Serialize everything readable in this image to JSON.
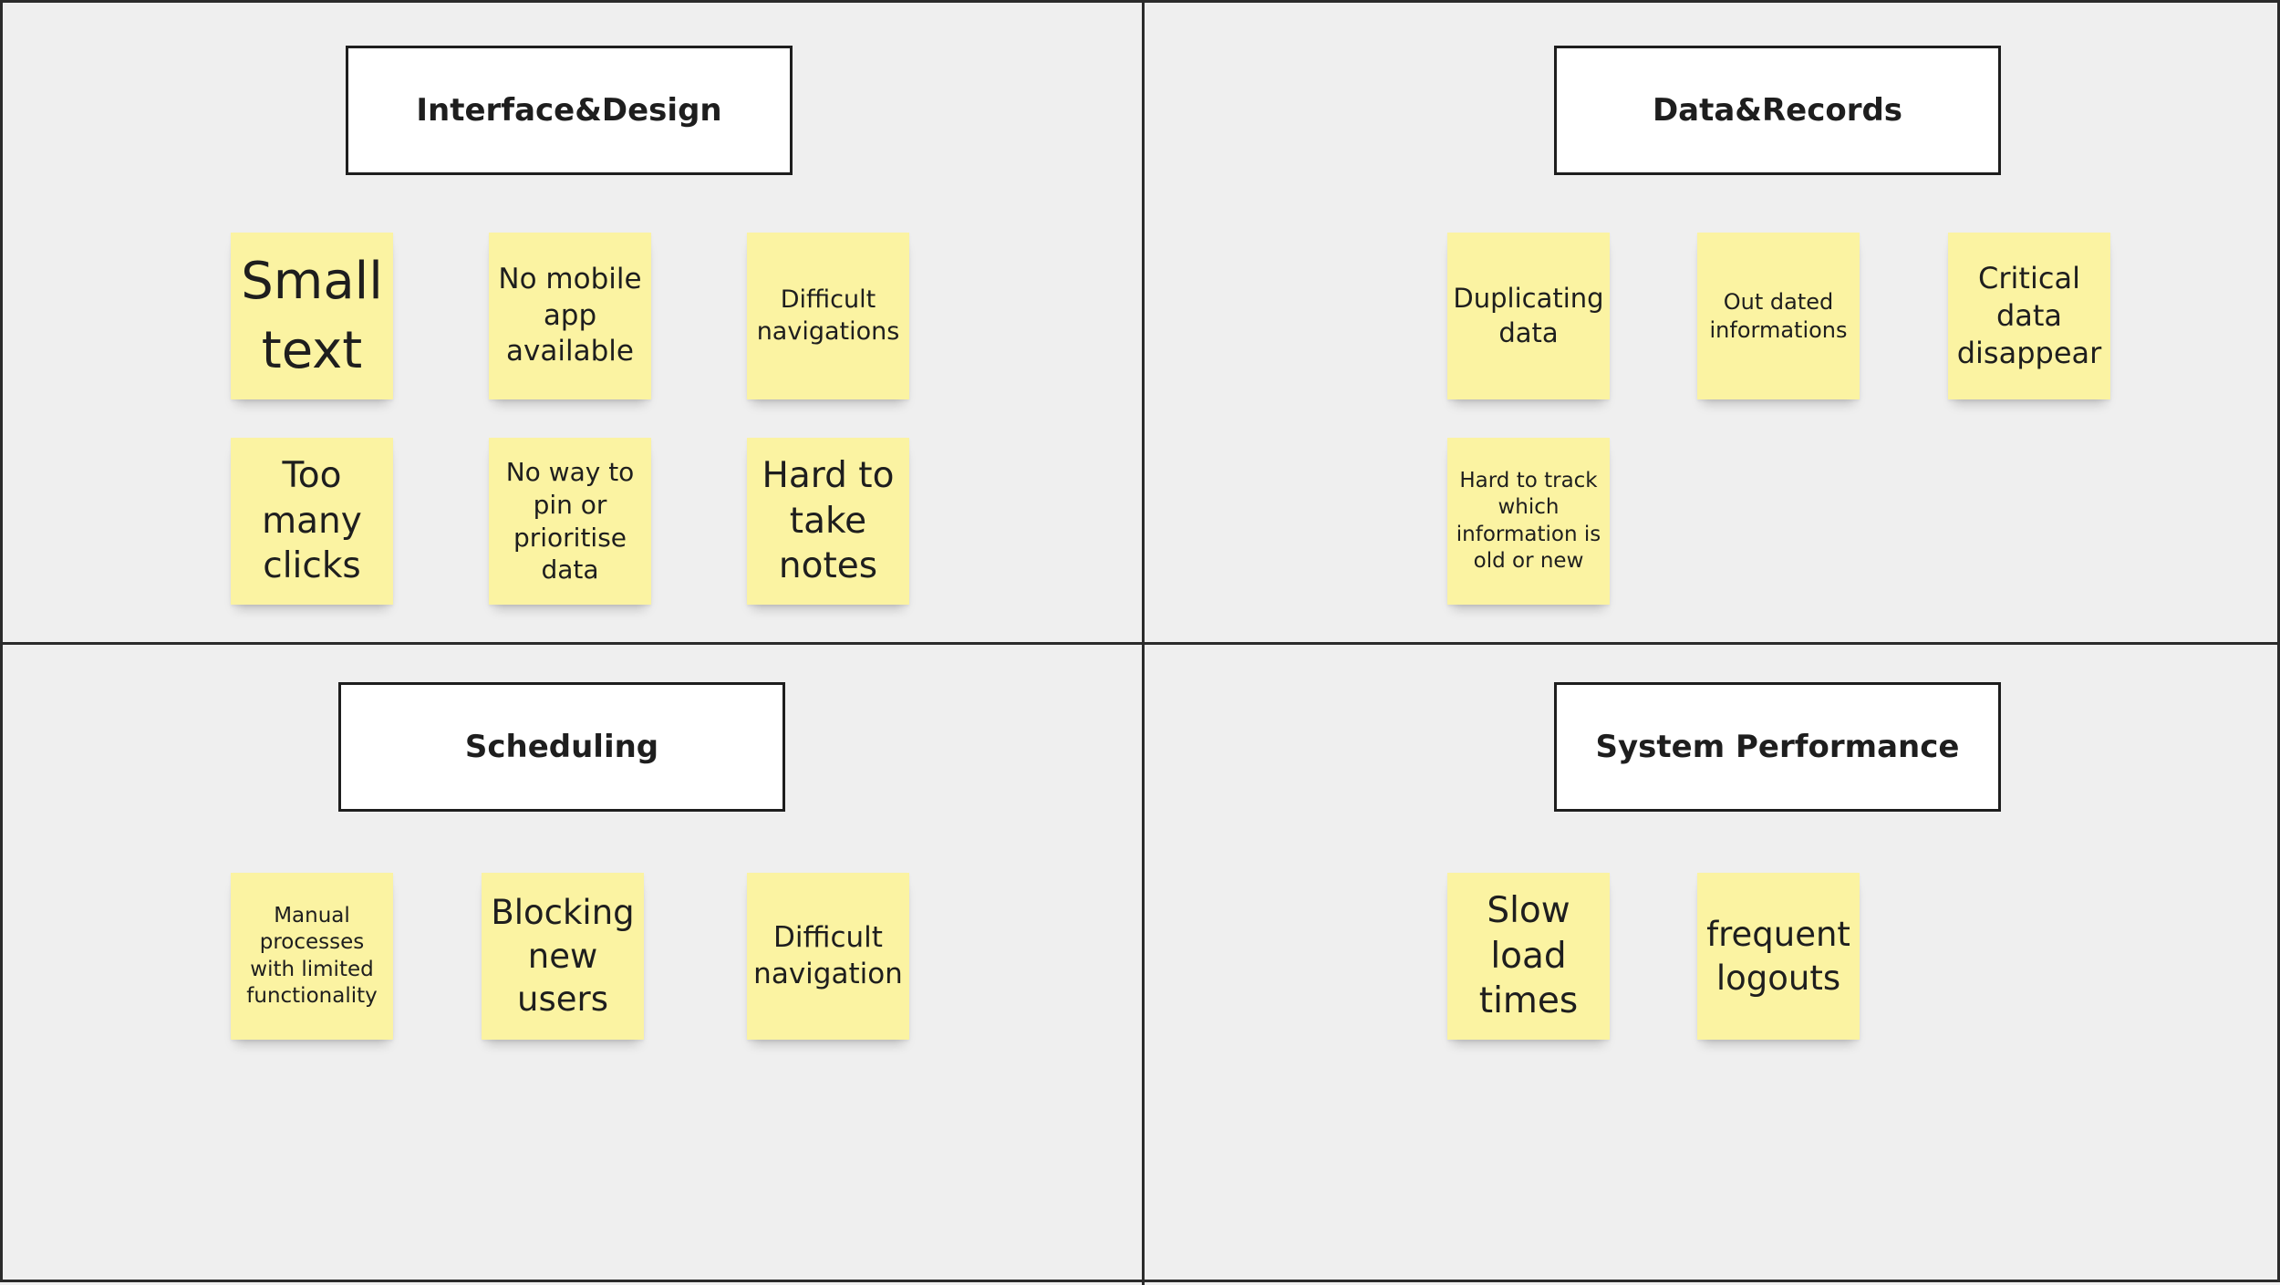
{
  "board": {
    "quadrants": [
      {
        "title": "Interface&Design",
        "notes": [
          "Small text",
          "No mobile app available",
          "Difficult navigations",
          "Too many clicks",
          "No way to pin or prioritise data",
          "Hard to take notes"
        ]
      },
      {
        "title": "Data&Records",
        "notes": [
          "Duplicating data",
          "Out dated informations",
          "Critical data disappear",
          "Hard to track which information is old or new"
        ]
      },
      {
        "title": "Scheduling",
        "notes": [
          "Manual processes with limited functionality",
          "Blocking new users",
          "Difficult navigation"
        ]
      },
      {
        "title": "System Performance",
        "notes": [
          "Slow load times",
          "frequent logouts"
        ]
      }
    ]
  },
  "colors": {
    "background": "#efefef",
    "sticky_note": "#fbf3a2",
    "border": "#2b2b2b",
    "title_box": "#ffffff"
  }
}
